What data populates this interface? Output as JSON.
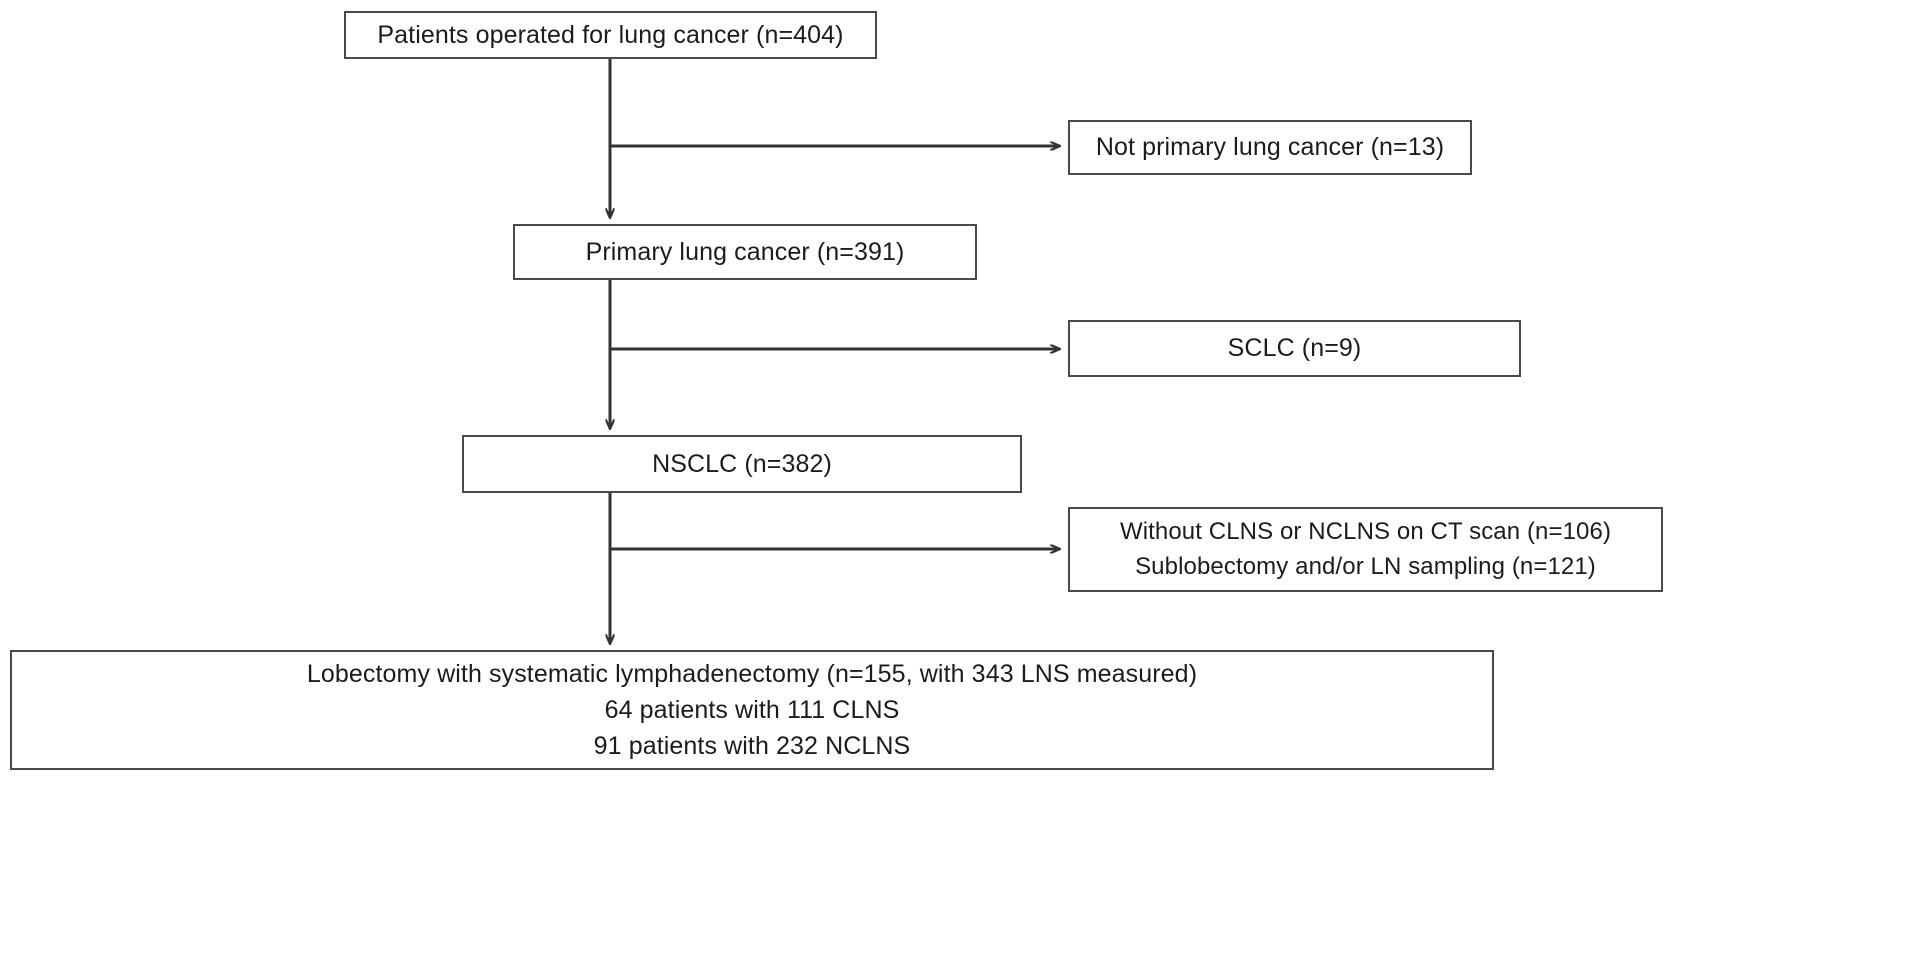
{
  "chart_data": {
    "type": "diagram",
    "title": "",
    "diagram_kind": "patient-selection-flowchart",
    "nodes": [
      {
        "id": "operated",
        "lines": [
          "Patients operated for lung cancer (n=404)"
        ],
        "n": 404,
        "role": "root"
      },
      {
        "id": "not-primary",
        "lines": [
          "Not primary lung cancer (n=13)"
        ],
        "n": 13,
        "role": "excluded"
      },
      {
        "id": "primary",
        "lines": [
          "Primary lung cancer (n=391)"
        ],
        "n": 391,
        "role": "included"
      },
      {
        "id": "sclc",
        "lines": [
          "SCLC (n=9)"
        ],
        "n": 9,
        "role": "excluded"
      },
      {
        "id": "nsclc",
        "lines": [
          "NSCLC (n=382)"
        ],
        "n": 382,
        "role": "included"
      },
      {
        "id": "excluded-2",
        "lines": [
          "Without CLNS or NCLNS on CT scan (n=106)",
          "Sublobectomy and/or LN sampling (n=121)"
        ],
        "role": "excluded"
      },
      {
        "id": "final",
        "lines": [
          "Lobectomy with systematic lymphadenectomy (n=155, with 343 LNS measured)",
          "64 patients with 111 CLNS",
          "91 patients with 232 NCLNS"
        ],
        "role": "final"
      }
    ],
    "edges": [
      {
        "from": "operated",
        "to": "not-primary",
        "direction": "right"
      },
      {
        "from": "operated",
        "to": "primary",
        "direction": "down"
      },
      {
        "from": "primary",
        "to": "sclc",
        "direction": "right"
      },
      {
        "from": "primary",
        "to": "nsclc",
        "direction": "down"
      },
      {
        "from": "nsclc",
        "to": "excluded-2",
        "direction": "right"
      },
      {
        "from": "nsclc",
        "to": "final",
        "direction": "down"
      }
    ],
    "colors": {
      "box_border": "#4a4a4a",
      "box_fill": "#ffffff",
      "connector": "#333333",
      "text": "#1c1c1c",
      "background": "#ffffff"
    }
  },
  "nodes": {
    "operated": {
      "line1": "Patients operated for lung cancer (n=404)"
    },
    "not_primary": {
      "line1": "Not primary lung cancer (n=13)"
    },
    "primary": {
      "line1": "Primary lung cancer (n=391)"
    },
    "sclc": {
      "line1": "SCLC (n=9)"
    },
    "nsclc": {
      "line1": "NSCLC (n=382)"
    },
    "excluded2": {
      "line1": "Without CLNS or NCLNS on CT scan (n=106)",
      "line2": "Sublobectomy and/or LN sampling (n=121)"
    },
    "final": {
      "line1": "Lobectomy with systematic lymphadenectomy (n=155, with 343 LNS measured)",
      "line2": "64 patients with 111 CLNS",
      "line3": "91 patients with 232 NCLNS"
    }
  }
}
